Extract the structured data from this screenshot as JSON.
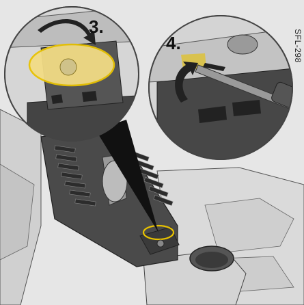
{
  "figure": {
    "reference_code": "SFL-298",
    "steps": [
      {
        "label": "3."
      },
      {
        "label": "4."
      }
    ]
  },
  "colors": {
    "highlight": "#e8c200",
    "interior_light": "#d9d9d9",
    "interior_dark": "#3b3b3b",
    "arrow": "#222222"
  }
}
